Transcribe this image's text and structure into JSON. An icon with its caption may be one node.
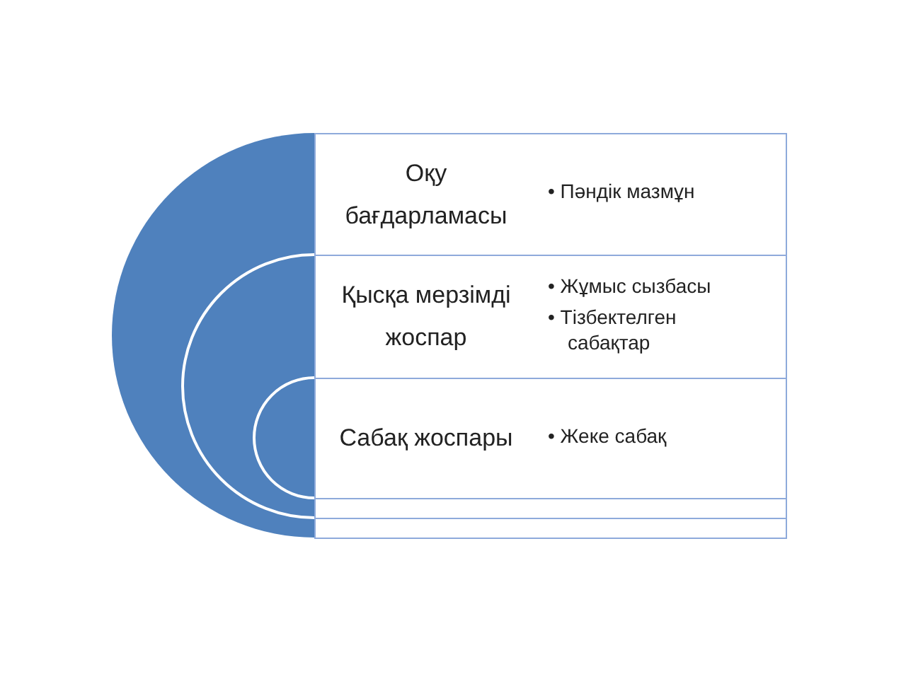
{
  "diagram": {
    "nodes": [
      {
        "text": [
          "Оқу бағдарламасы",
          "• Пәндік мазмұн"
        ]
      },
      {
        "text": [
          "Қысқа мерзімді жоспар",
          "• Жұмыс сызбасы",
          "• Тізбектелген сабақтар"
        ]
      },
      {
        "text": [
          "Сабақ жоспары",
          "• Жеке сабақ"
        ]
      },
      {
        "text": [],
        "shape": "box"
      },
      {
        "text": [],
        "shape": "box"
      }
    ]
  }
}
